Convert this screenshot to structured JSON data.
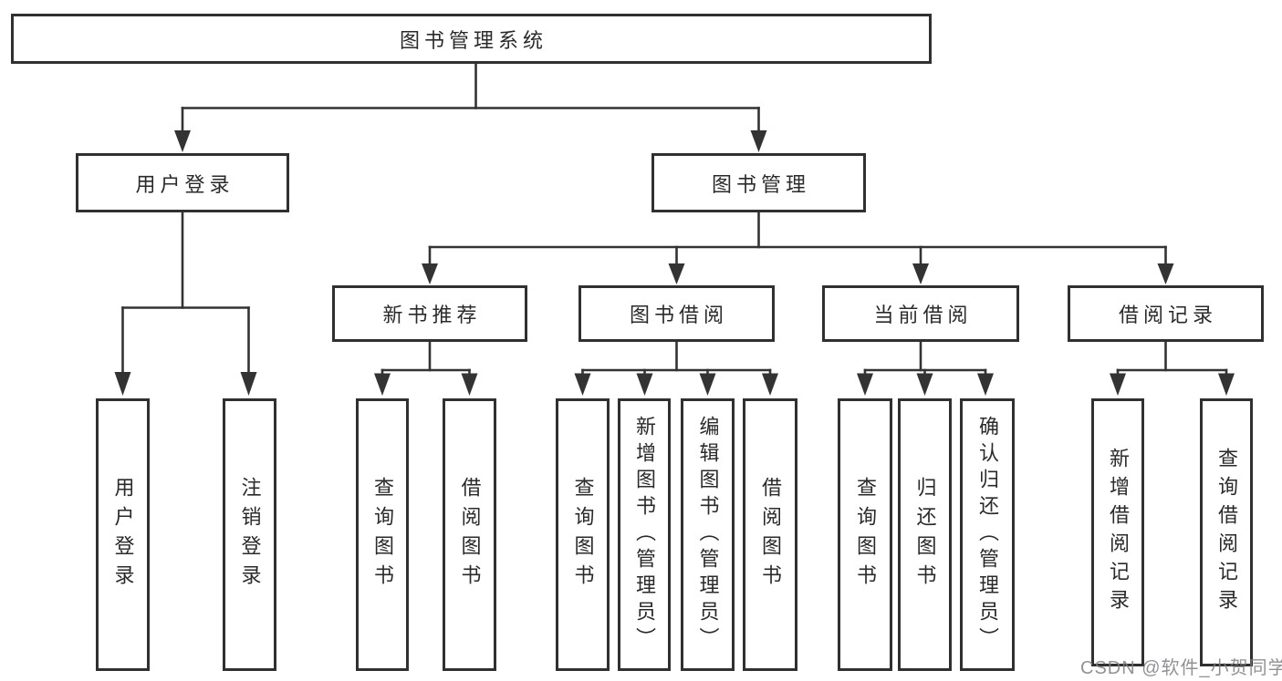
{
  "tree": {
    "label": "图书管理系统",
    "children": [
      {
        "label": "用户登录",
        "children": [
          {
            "label": "用户登录"
          },
          {
            "label": "注销登录"
          }
        ]
      },
      {
        "label": "图书管理",
        "children": [
          {
            "label": "新书推荐",
            "children": [
              {
                "label": "查询图书"
              },
              {
                "label": "借阅图书"
              }
            ]
          },
          {
            "label": "图书借阅",
            "children": [
              {
                "label": "查询图书"
              },
              {
                "label": "新增图书（管理员）"
              },
              {
                "label": "编辑图书（管理员）"
              },
              {
                "label": "借阅图书"
              }
            ]
          },
          {
            "label": "当前借阅",
            "children": [
              {
                "label": "查询图书"
              },
              {
                "label": "归还图书"
              },
              {
                "label": "确认归还（管理员）"
              }
            ]
          },
          {
            "label": "借阅记录",
            "children": [
              {
                "label": "新增借阅记录"
              },
              {
                "label": "查询借阅记录"
              }
            ]
          }
        ]
      }
    ]
  },
  "watermark": {
    "text": "CSDN @软件_小贺同学",
    "color": "#7d7f83"
  },
  "colors": {
    "background": "#ffffff",
    "line": "#333333",
    "box_border": "#303030",
    "text": "#2a2a2a"
  }
}
